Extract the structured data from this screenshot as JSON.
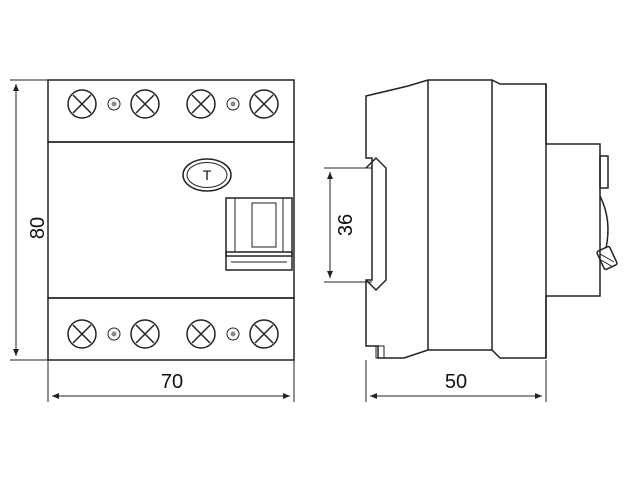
{
  "dimensions": {
    "front_height": "80",
    "front_width": "70",
    "rail_height": "36",
    "side_depth": "50"
  },
  "test_button": {
    "label": "T"
  }
}
